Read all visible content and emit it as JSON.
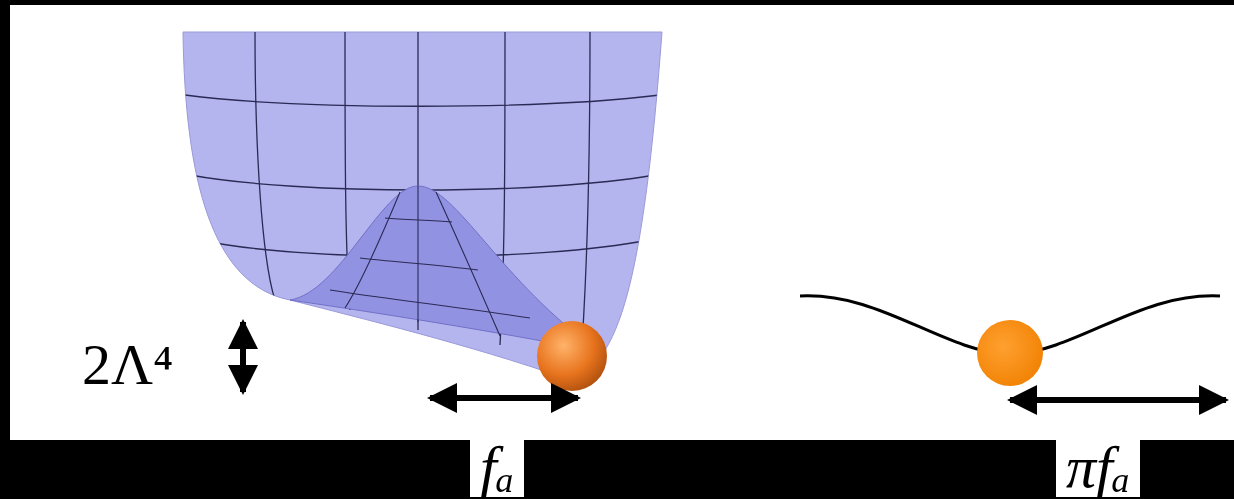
{
  "diagram": {
    "labels": [
      "2Λ⁴",
      "fₐ",
      "πfₐ"
    ]
  }
}
